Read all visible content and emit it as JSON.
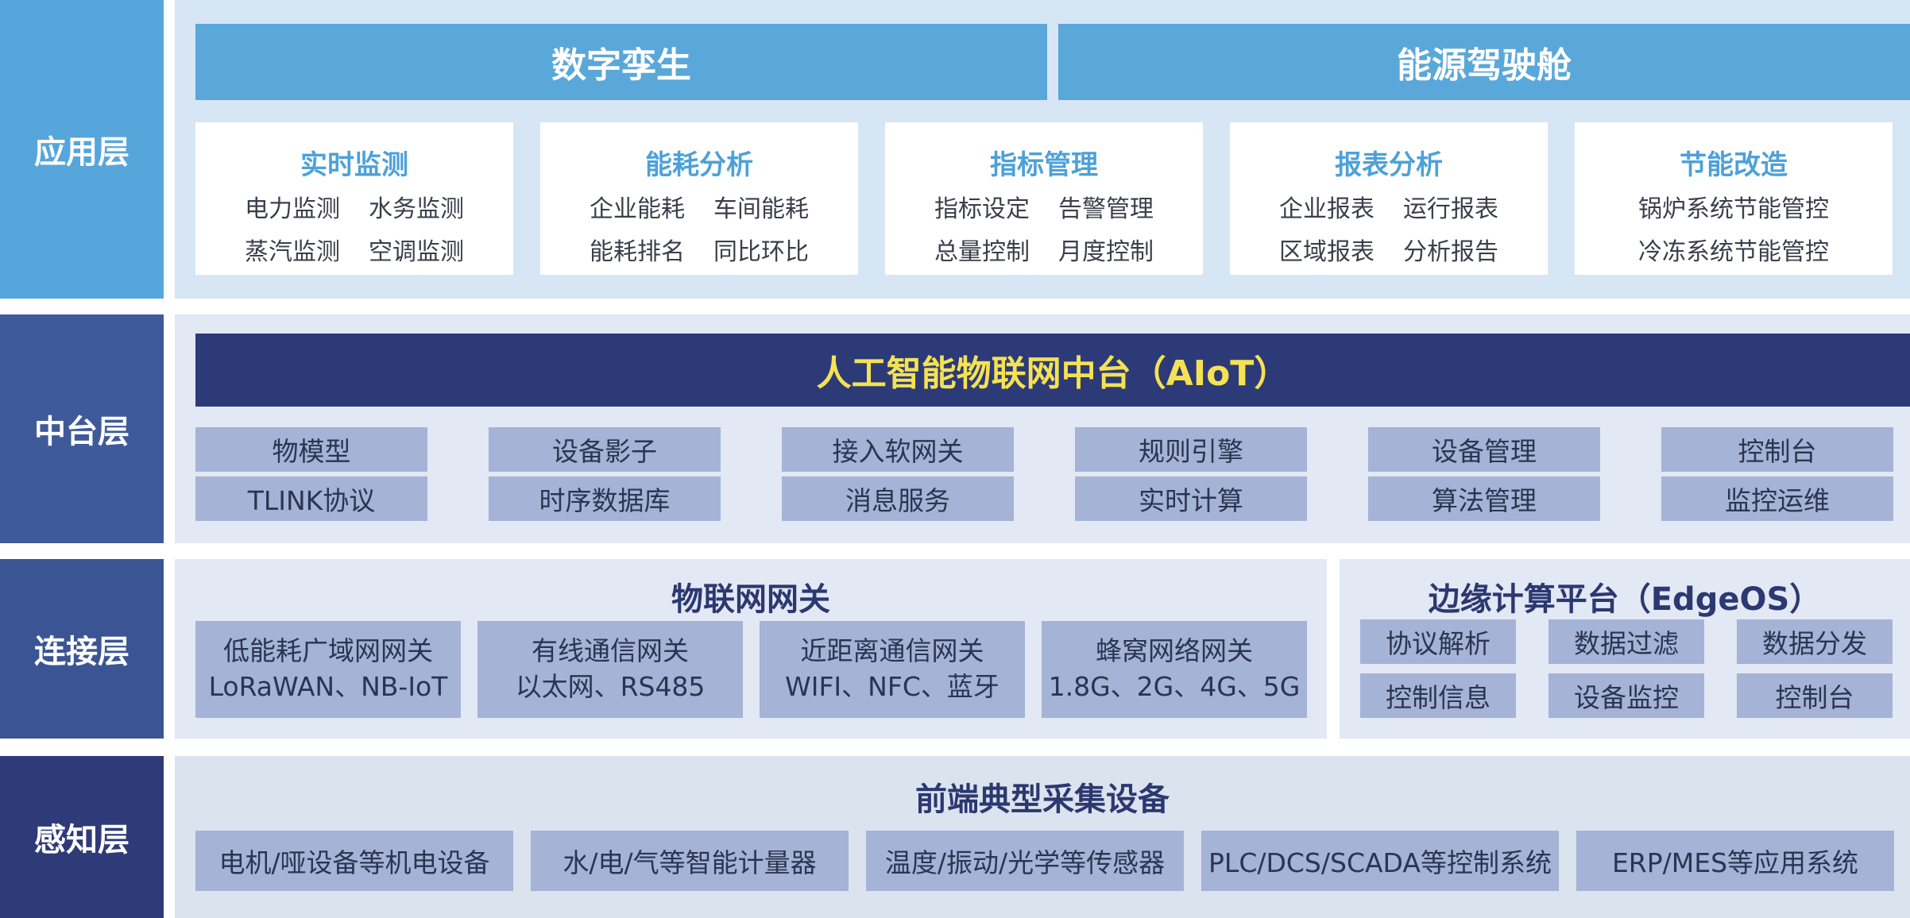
{
  "layers": {
    "app": "应用层",
    "mid": "中台层",
    "conn": "连接层",
    "sense": "感知层"
  },
  "app_layer": {
    "headers": [
      "数字孪生",
      "能源驾驶舱"
    ],
    "cards": [
      {
        "title": "实时监测",
        "items": [
          "电力监测",
          "水务监测",
          "蒸汽监测",
          "空调监测"
        ]
      },
      {
        "title": "能耗分析",
        "items": [
          "企业能耗",
          "车间能耗",
          "能耗排名",
          "同比环比"
        ]
      },
      {
        "title": "指标管理",
        "items": [
          "指标设定",
          "告警管理",
          "总量控制",
          "月度控制"
        ]
      },
      {
        "title": "报表分析",
        "items": [
          "企业报表",
          "运行报表",
          "区域报表",
          "分析报告"
        ]
      },
      {
        "title": "节能改造",
        "items": [
          "锅炉系统节能管控",
          "冷冻系统节能管控"
        ]
      }
    ]
  },
  "mid_layer": {
    "banner": "人工智能物联网中台（AIoT）",
    "row1": [
      "物模型",
      "设备影子",
      "接入软网关",
      "规则引擎",
      "设备管理",
      "控制台"
    ],
    "row2": [
      "TLINK协议",
      "时序数据库",
      "消息服务",
      "实时计算",
      "算法管理",
      "监控运维"
    ]
  },
  "conn_layer": {
    "gateway_title": "物联网网关",
    "gateways": [
      {
        "line1": "低能耗广域网网关",
        "line2": "LoRaWAN、NB-IoT"
      },
      {
        "line1": "有线通信网关",
        "line2": "以太网、RS485"
      },
      {
        "line1": "近距离通信网关",
        "line2": "WIFI、NFC、蓝牙"
      },
      {
        "line1": "蜂窝网络网关",
        "line2": "1.8G、2G、4G、5G"
      }
    ],
    "edge_title": "边缘计算平台（EdgeOS）",
    "edge_row1": [
      "协议解析",
      "数据过滤",
      "数据分发"
    ],
    "edge_row2": [
      "控制信息",
      "设备监控",
      "控制台"
    ]
  },
  "sense_layer": {
    "title": "前端典型采集设备",
    "devices": [
      "电机/哑设备等机电设备",
      "水/电/气等智能计量器",
      "温度/振动/光学等传感器",
      "PLC/DCS/SCADA等控制系统",
      "ERP/MES等应用系统"
    ]
  },
  "colors": {
    "label_app": "#56a6dc",
    "label_mid": "#3e5a9a",
    "label_conn": "#3b5594",
    "label_sense": "#2f3a78",
    "accent_title": "#4da1d8",
    "banner_text": "#f4e252"
  }
}
